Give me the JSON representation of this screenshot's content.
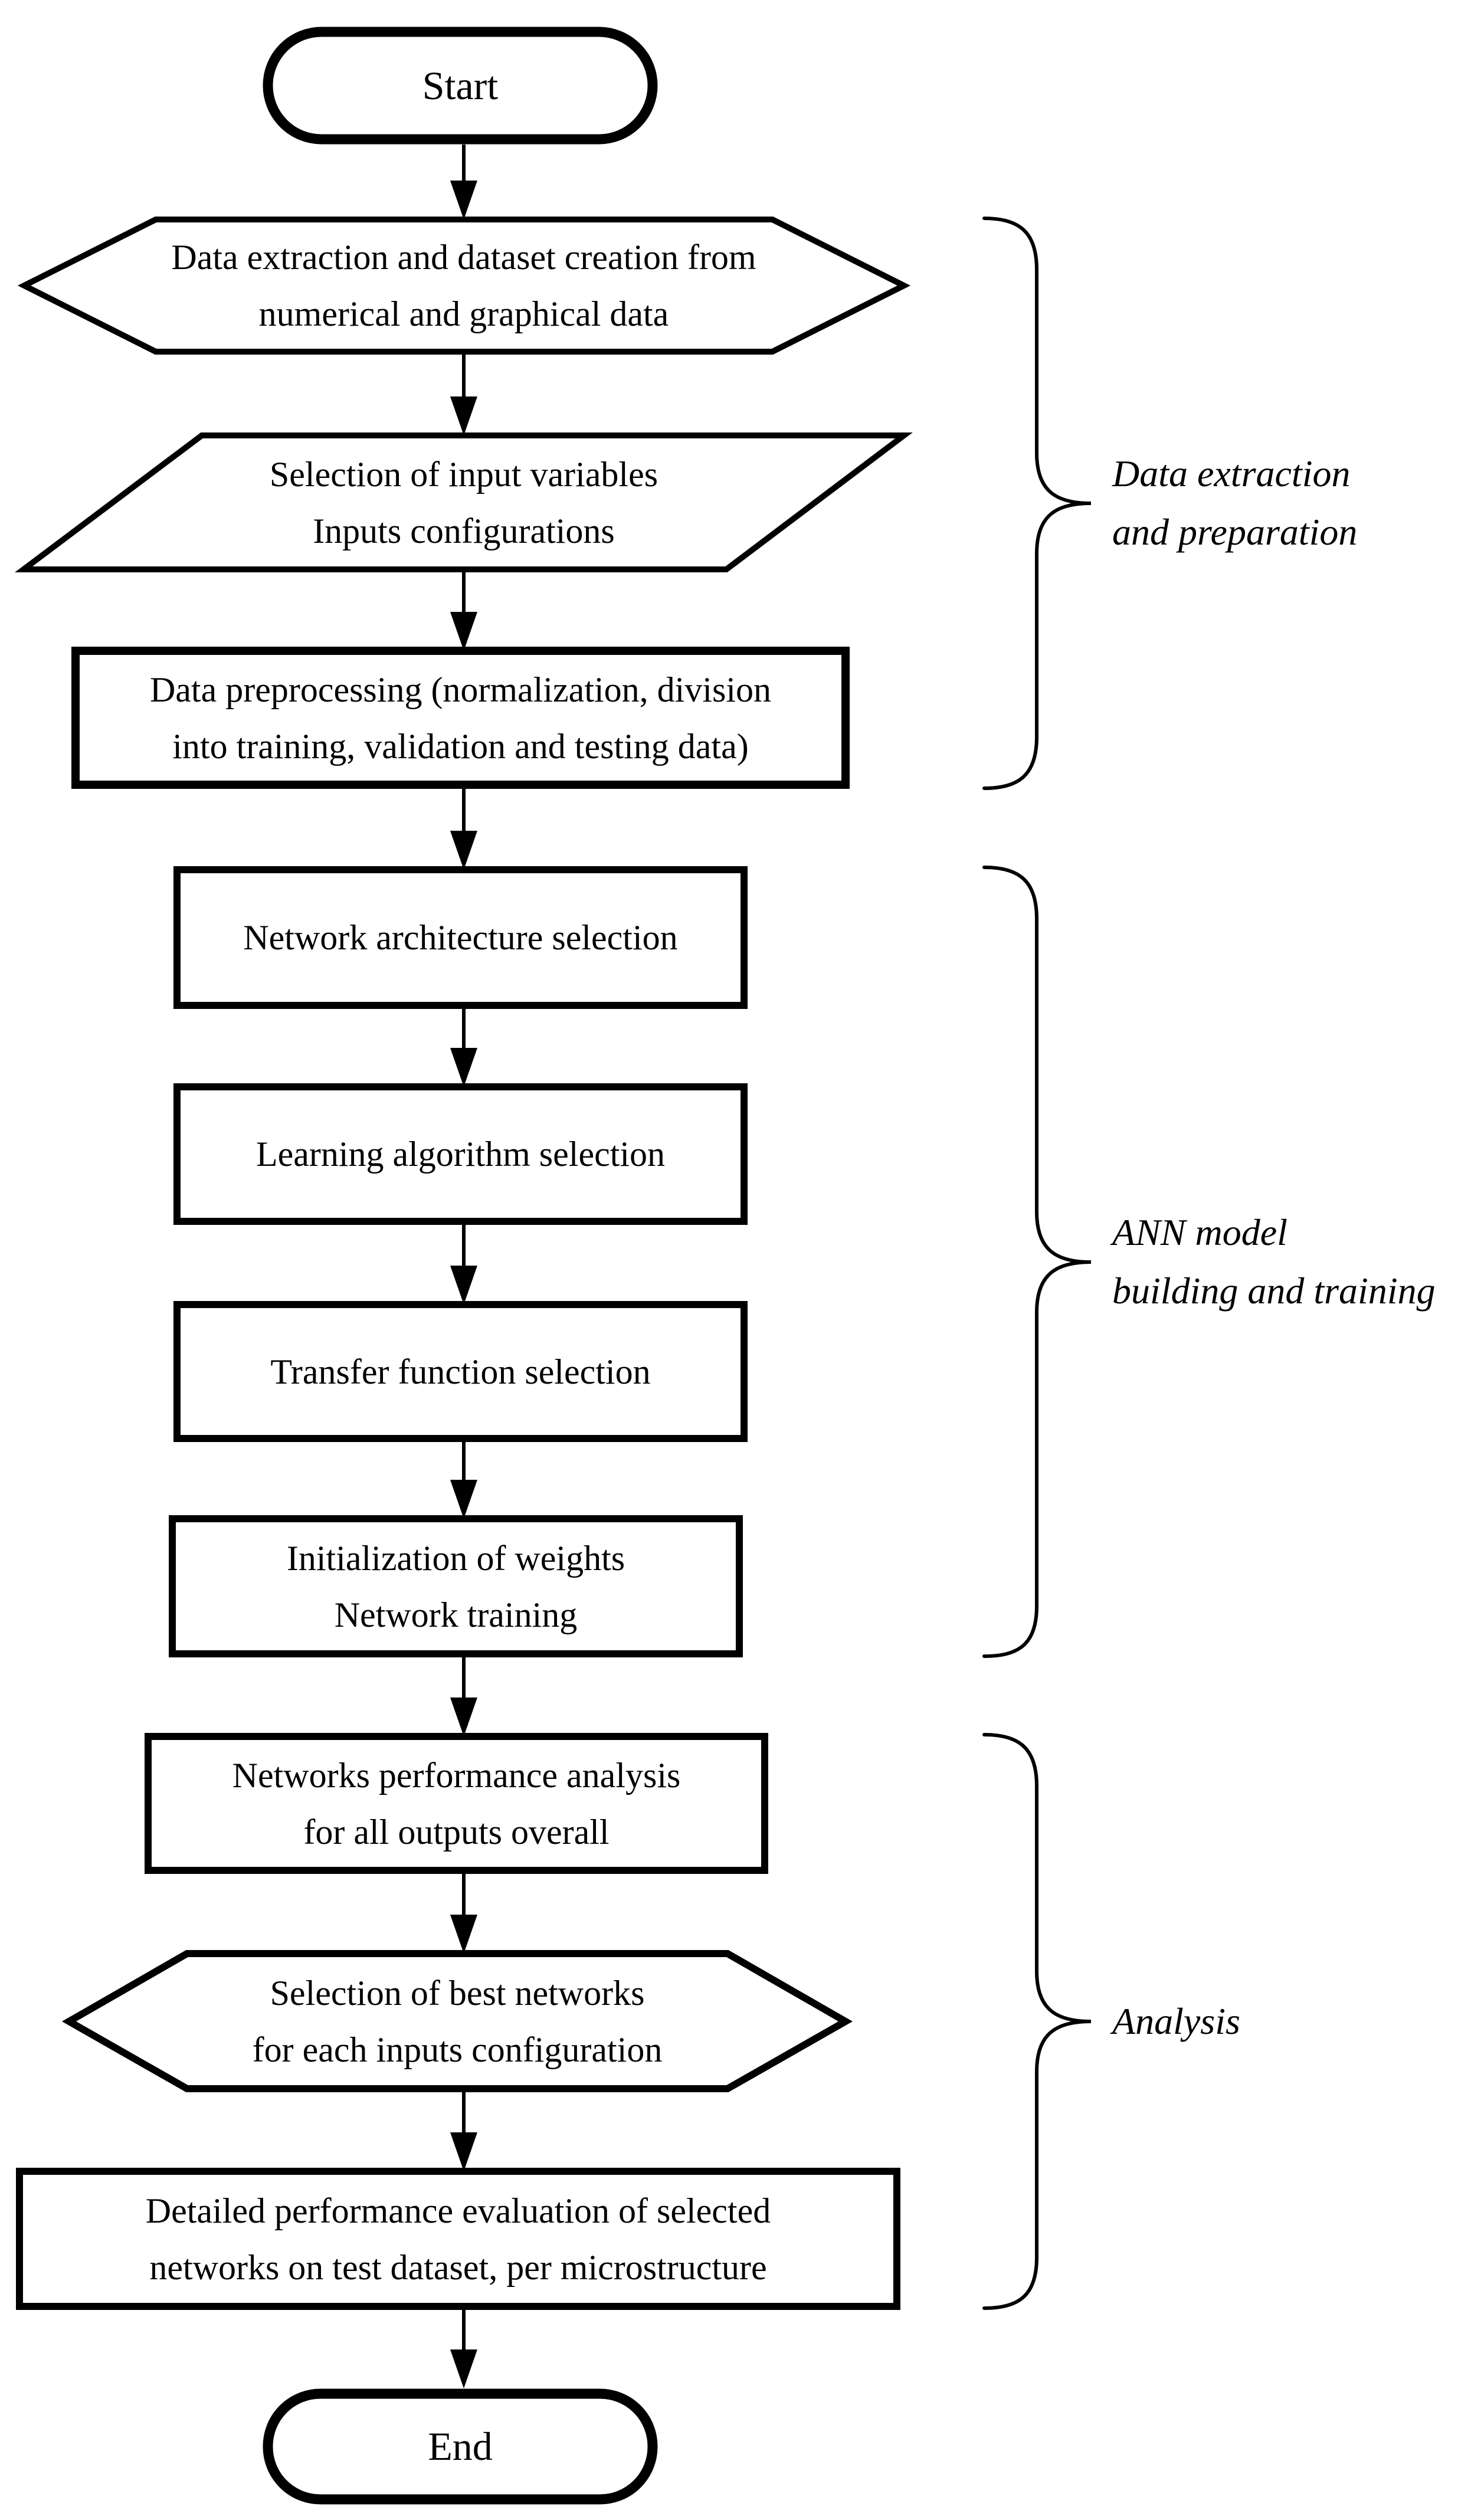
{
  "figure": {
    "type": "flowchart",
    "background_color": "#ffffff",
    "ink_color": "#000000"
  },
  "nodes": {
    "start": {
      "shape": "terminator",
      "text": "Start"
    },
    "data_extraction": {
      "shape": "hexagon",
      "text": "Data extraction and dataset creation from\nnumerical and graphical data"
    },
    "input_selection": {
      "shape": "parallelogram",
      "text": "Selection of input variables\nInputs configurations"
    },
    "preprocessing": {
      "shape": "process",
      "text": "Data preprocessing (normalization, division\ninto training, validation and testing data)"
    },
    "architecture": {
      "shape": "process",
      "text": "Network architecture selection"
    },
    "learning_algorithm": {
      "shape": "process",
      "text": "Learning algorithm selection"
    },
    "transfer_function": {
      "shape": "process",
      "text": "Transfer function selection"
    },
    "initialization": {
      "shape": "process",
      "text": "Initialization of weights\nNetwork training"
    },
    "performance_analysis": {
      "shape": "process",
      "text": "Networks performance analysis\nfor all outputs overall"
    },
    "best_networks": {
      "shape": "hexagon",
      "text": "Selection of best networks\nfor each inputs configuration"
    },
    "detailed_evaluation": {
      "shape": "process",
      "text": "Detailed performance evaluation of selected\nnetworks on test dataset, per microstructure"
    },
    "end": {
      "shape": "terminator",
      "text": "End"
    }
  },
  "phases": {
    "data_extraction_preparation": {
      "label": "Data extraction\nand preparation"
    },
    "ann_model_building_training": {
      "label": "ANN model\nbuilding and training"
    },
    "analysis": {
      "label": "Analysis"
    }
  }
}
